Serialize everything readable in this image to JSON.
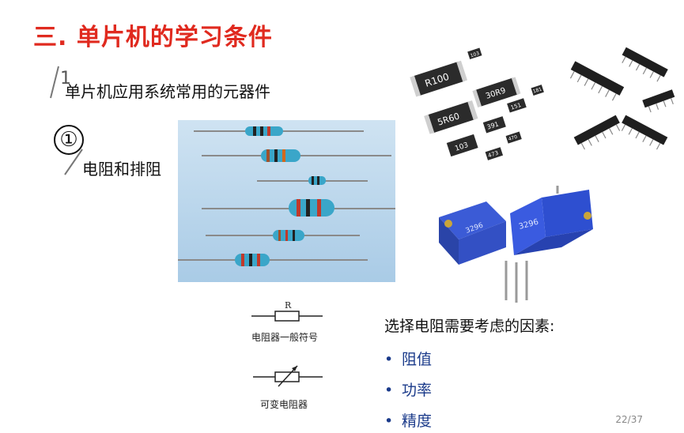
{
  "slide": {
    "title": "三. 单片机的学习条件",
    "subtitle_marker": "1",
    "subtitle": "单片机应用系统常用的元器件",
    "section_marker": "①",
    "section_label": "电阻和排阻",
    "symbols": {
      "r_letter": "R",
      "fixed_label": "电阻器一般符号",
      "variable_label": "可变电阻器"
    },
    "factors": {
      "title": "选择电阻需要考虑的因素:",
      "items": [
        "阻值",
        "功率",
        "精度"
      ]
    },
    "page_number": "22/37"
  },
  "chips": {
    "codes": [
      "R100",
      "5R60",
      "30R9",
      "103",
      "391",
      "151",
      "473",
      "470",
      "103",
      "181"
    ]
  },
  "trimmers": {
    "codes": [
      "3296",
      "3296"
    ]
  },
  "colors": {
    "title_red": "#e02a1f",
    "bullet_blue": "#1a3a8a"
  }
}
